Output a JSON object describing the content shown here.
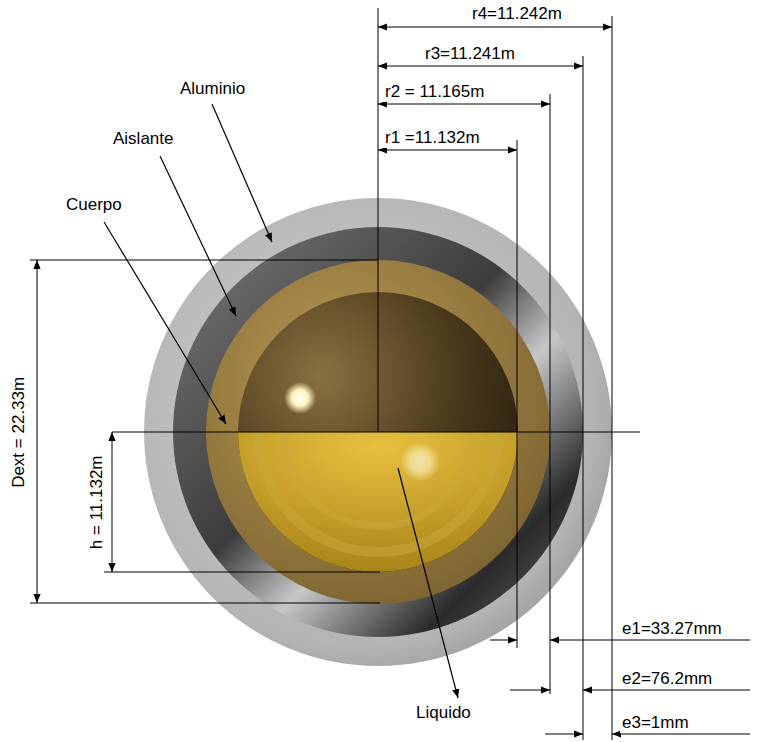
{
  "diagram": {
    "labels": [
      "r4=11.242m",
      "r3=11.241m",
      "r2 = 11.165m",
      "r1 =11.132m",
      "Aluminio",
      "Aislante",
      "Cuerpo",
      "Dext = 22.33m",
      "h = 11.132m",
      "e1=33.27mm",
      "e2=76.2mm",
      "e3=1mm",
      "Liquido"
    ]
  }
}
